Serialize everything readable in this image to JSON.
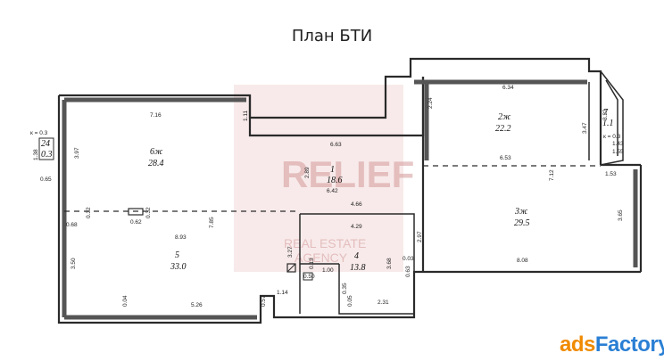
{
  "title": "План БТИ",
  "watermark": {
    "brand": "RELIEF",
    "line1": "REAL ESTATE",
    "line2": "AGENCY"
  },
  "rooms": [
    {
      "id": "6zh",
      "name": "6ж",
      "area": "28.4"
    },
    {
      "id": "1",
      "name": "1",
      "area": "18.6"
    },
    {
      "id": "2zh",
      "name": "2ж",
      "area": "22.2"
    },
    {
      "id": "7",
      "name": "7",
      "area": "1.1"
    },
    {
      "id": "3zh",
      "name": "3ж",
      "area": "29.5"
    },
    {
      "id": "4",
      "name": "4",
      "area": "13.8"
    },
    {
      "id": "5",
      "name": "5",
      "area": "33.0"
    },
    {
      "id": "24",
      "name": "24",
      "area": "0.3"
    }
  ],
  "dimensions": [
    "7.16",
    "1.11",
    "6.63",
    "2.89",
    "6.42",
    "4.66",
    "6.34",
    "2.24",
    "6.53",
    "7.12",
    "1.53",
    "3.65",
    "3.47",
    "3.22",
    "1.43",
    "1.55",
    "к = 0.3",
    "к = 0.3",
    "1.38",
    "3.97",
    "0.65",
    "0.32",
    "0.62",
    "0.32",
    "0.68",
    "8.93",
    "7.85",
    "3.50",
    "4.29",
    "2.97",
    "3.27",
    "0.13",
    "1.00",
    "0.50",
    "3.68",
    "0.03",
    "0.63",
    "8.08",
    "1.14",
    "0.04",
    "5.26",
    "0.57",
    "0.35",
    "0.05",
    "2.31"
  ],
  "logo": {
    "part1": "ads",
    "part2": "Factory"
  },
  "colors": {
    "wall": "#2a2a2a",
    "hatch": "#555555",
    "watermark": "#d49a9a",
    "logo_orange": "#f08a00",
    "logo_blue": "#2a7fd4"
  }
}
